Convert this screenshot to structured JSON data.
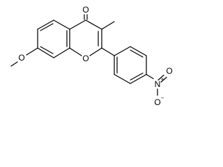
{
  "molecule": {
    "atoms": {
      "carbonyl_o": "O",
      "ring_o": "O",
      "methoxy_o": "O",
      "nitro_n": "N",
      "nitro_n_charge": "+",
      "nitro_o1": "O",
      "nitro_o2": "O",
      "nitro_o2_charge": "−"
    }
  }
}
